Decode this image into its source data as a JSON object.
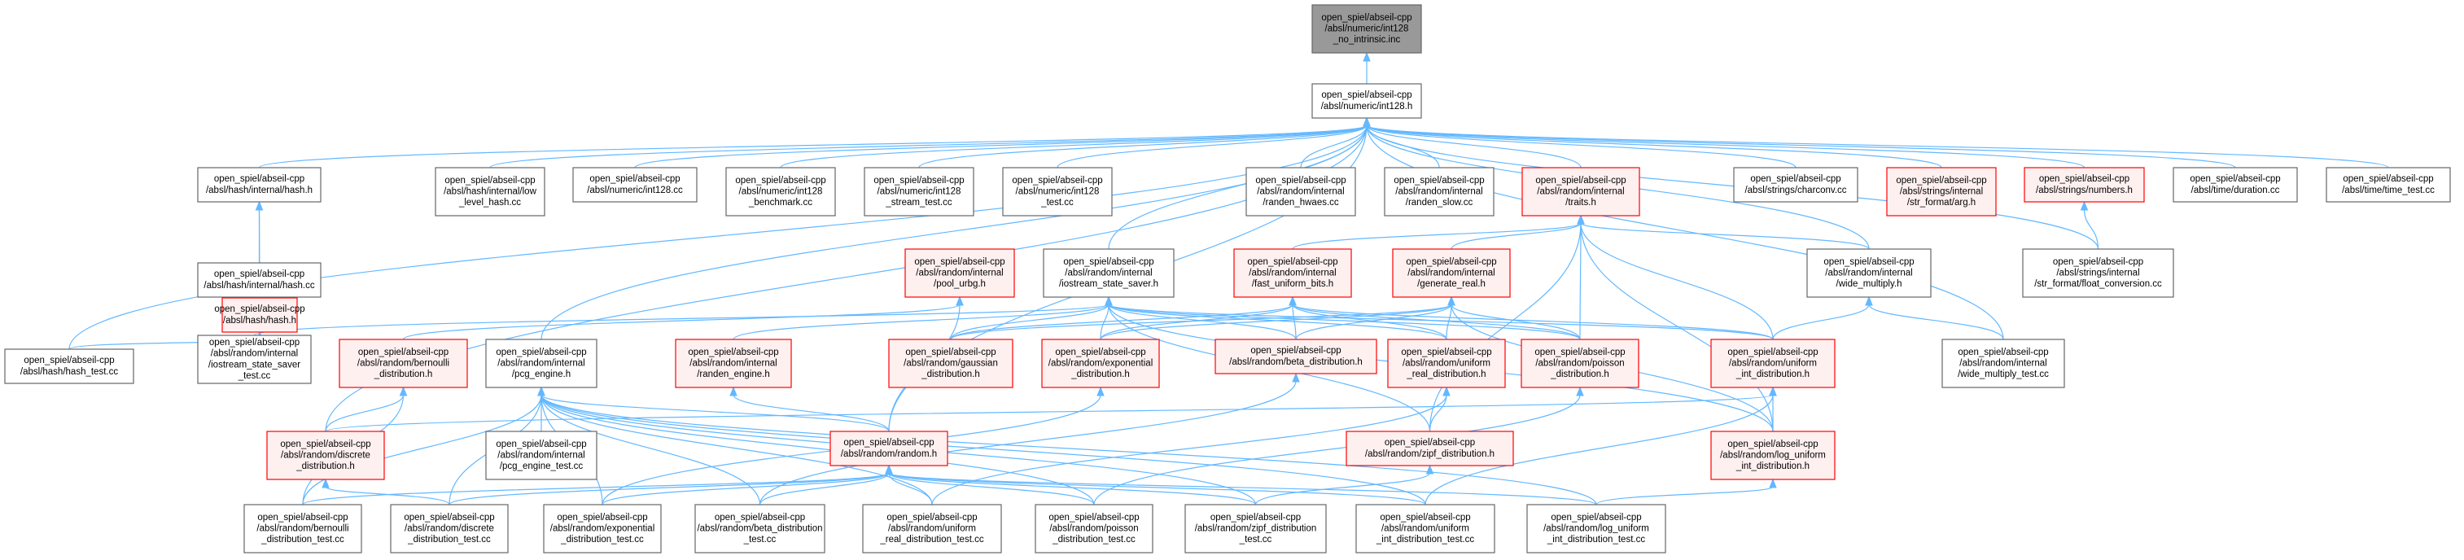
{
  "diagram": {
    "nodes": [
      {
        "id": "n0",
        "style": "root",
        "lines": [
          "open_spiel/abseil-cpp",
          "/absl/numeric/int128",
          "_no_intrinsic.inc"
        ]
      },
      {
        "id": "n1",
        "style": "normal",
        "lines": [
          "open_spiel/abseil-cpp",
          "/absl/numeric/int128.h"
        ]
      },
      {
        "id": "n2",
        "style": "normal",
        "lines": [
          "open_spiel/abseil-cpp",
          "/absl/hash/internal/hash.h"
        ]
      },
      {
        "id": "n3",
        "style": "normal",
        "lines": [
          "open_spiel/abseil-cpp",
          "/absl/hash/internal/low",
          "_level_hash.cc"
        ]
      },
      {
        "id": "n4",
        "style": "normal",
        "lines": [
          "open_spiel/abseil-cpp",
          "/absl/numeric/int128.cc"
        ]
      },
      {
        "id": "n5",
        "style": "normal",
        "lines": [
          "open_spiel/abseil-cpp",
          "/absl/numeric/int128",
          "_benchmark.cc"
        ]
      },
      {
        "id": "n6",
        "style": "normal",
        "lines": [
          "open_spiel/abseil-cpp",
          "/absl/numeric/int128",
          "_stream_test.cc"
        ]
      },
      {
        "id": "n7",
        "style": "normal",
        "lines": [
          "open_spiel/abseil-cpp",
          "/absl/numeric/int128",
          "_test.cc"
        ]
      },
      {
        "id": "n8",
        "style": "normal",
        "lines": [
          "open_spiel/abseil-cpp",
          "/absl/random/internal",
          "/randen_hwaes.cc"
        ]
      },
      {
        "id": "n9",
        "style": "normal",
        "lines": [
          "open_spiel/abseil-cpp",
          "/absl/random/internal",
          "/randen_slow.cc"
        ]
      },
      {
        "id": "n10",
        "style": "red",
        "lines": [
          "open_spiel/abseil-cpp",
          "/absl/random/internal",
          "/traits.h"
        ]
      },
      {
        "id": "n11",
        "style": "normal",
        "lines": [
          "open_spiel/abseil-cpp",
          "/absl/strings/charconv.cc"
        ]
      },
      {
        "id": "n12",
        "style": "red",
        "lines": [
          "open_spiel/abseil-cpp",
          "/absl/strings/internal",
          "/str_format/arg.h"
        ]
      },
      {
        "id": "n13",
        "style": "red",
        "lines": [
          "open_spiel/abseil-cpp",
          "/absl/strings/numbers.h"
        ]
      },
      {
        "id": "n14",
        "style": "normal",
        "lines": [
          "open_spiel/abseil-cpp",
          "/absl/time/duration.cc"
        ]
      },
      {
        "id": "n15",
        "style": "normal",
        "lines": [
          "open_spiel/abseil-cpp",
          "/absl/time/time_test.cc"
        ]
      },
      {
        "id": "n16",
        "style": "red",
        "lines": [
          "open_spiel/abseil-cpp",
          "/absl/hash/hash.h"
        ]
      },
      {
        "id": "n17",
        "style": "normal",
        "lines": [
          "open_spiel/abseil-cpp",
          "/absl/hash/internal/hash.cc"
        ]
      },
      {
        "id": "n18",
        "style": "normal",
        "lines": [
          "open_spiel/abseil-cpp",
          "/absl/hash/hash_test.cc"
        ]
      },
      {
        "id": "n19",
        "style": "red",
        "lines": [
          "open_spiel/abseil-cpp",
          "/absl/random/internal",
          "/pool_urbg.h"
        ]
      },
      {
        "id": "n20",
        "style": "normal",
        "lines": [
          "open_spiel/abseil-cpp",
          "/absl/random/internal",
          "/iostream_state_saver.h"
        ]
      },
      {
        "id": "n21",
        "style": "red",
        "lines": [
          "open_spiel/abseil-cpp",
          "/absl/random/internal",
          "/fast_uniform_bits.h"
        ]
      },
      {
        "id": "n22",
        "style": "red",
        "lines": [
          "open_spiel/abseil-cpp",
          "/absl/random/internal",
          "/generate_real.h"
        ]
      },
      {
        "id": "n23",
        "style": "normal",
        "lines": [
          "open_spiel/abseil-cpp",
          "/absl/random/internal",
          "/wide_multiply.h"
        ]
      },
      {
        "id": "n24",
        "style": "normal",
        "lines": [
          "open_spiel/abseil-cpp",
          "/absl/strings/internal",
          "/str_format/float_conversion.cc"
        ]
      },
      {
        "id": "n25",
        "style": "normal",
        "lines": [
          "open_spiel/abseil-cpp",
          "/absl/random/internal",
          "/iostream_state_saver",
          "_test.cc"
        ]
      },
      {
        "id": "n26",
        "style": "red",
        "lines": [
          "open_spiel/abseil-cpp",
          "/absl/random/bernoulli",
          "_distribution.h"
        ]
      },
      {
        "id": "n27",
        "style": "normal",
        "lines": [
          "open_spiel/abseil-cpp",
          "/absl/random/internal",
          "/pcg_engine.h"
        ]
      },
      {
        "id": "n28",
        "style": "red",
        "lines": [
          "open_spiel/abseil-cpp",
          "/absl/random/internal",
          "/randen_engine.h"
        ]
      },
      {
        "id": "n29",
        "style": "red",
        "lines": [
          "open_spiel/abseil-cpp",
          "/absl/random/gaussian",
          "_distribution.h"
        ]
      },
      {
        "id": "n30",
        "style": "red",
        "lines": [
          "open_spiel/abseil-cpp",
          "/absl/random/exponential",
          "_distribution.h"
        ]
      },
      {
        "id": "n31",
        "style": "red",
        "lines": [
          "open_spiel/abseil-cpp",
          "/absl/random/beta_distribution.h"
        ]
      },
      {
        "id": "n32",
        "style": "red",
        "lines": [
          "open_spiel/abseil-cpp",
          "/absl/random/uniform",
          "_real_distribution.h"
        ]
      },
      {
        "id": "n33",
        "style": "red",
        "lines": [
          "open_spiel/abseil-cpp",
          "/absl/random/poisson",
          "_distribution.h"
        ]
      },
      {
        "id": "n34",
        "style": "red",
        "lines": [
          "open_spiel/abseil-cpp",
          "/absl/random/uniform",
          "_int_distribution.h"
        ]
      },
      {
        "id": "n35",
        "style": "normal",
        "lines": [
          "open_spiel/abseil-cpp",
          "/absl/random/internal",
          "/wide_multiply_test.cc"
        ]
      },
      {
        "id": "n36",
        "style": "red",
        "lines": [
          "open_spiel/abseil-cpp",
          "/absl/random/discrete",
          "_distribution.h"
        ]
      },
      {
        "id": "n37",
        "style": "normal",
        "lines": [
          "open_spiel/abseil-cpp",
          "/absl/random/internal",
          "/pcg_engine_test.cc"
        ]
      },
      {
        "id": "n38",
        "style": "red",
        "lines": [
          "open_spiel/abseil-cpp",
          "/absl/random/random.h"
        ]
      },
      {
        "id": "n39",
        "style": "red",
        "lines": [
          "open_spiel/abseil-cpp",
          "/absl/random/zipf_distribution.h"
        ]
      },
      {
        "id": "n40",
        "style": "red",
        "lines": [
          "open_spiel/abseil-cpp",
          "/absl/random/log_uniform",
          "_int_distribution.h"
        ]
      },
      {
        "id": "n41",
        "style": "normal",
        "lines": [
          "open_spiel/abseil-cpp",
          "/absl/random/bernoulli",
          "_distribution_test.cc"
        ]
      },
      {
        "id": "n42",
        "style": "normal",
        "lines": [
          "open_spiel/abseil-cpp",
          "/absl/random/discrete",
          "_distribution_test.cc"
        ]
      },
      {
        "id": "n43",
        "style": "normal",
        "lines": [
          "open_spiel/abseil-cpp",
          "/absl/random/exponential",
          "_distribution_test.cc"
        ]
      },
      {
        "id": "n44",
        "style": "normal",
        "lines": [
          "open_spiel/abseil-cpp",
          "/absl/random/beta_distribution",
          "_test.cc"
        ]
      },
      {
        "id": "n45",
        "style": "normal",
        "lines": [
          "open_spiel/abseil-cpp",
          "/absl/random/uniform",
          "_real_distribution_test.cc"
        ]
      },
      {
        "id": "n46",
        "style": "normal",
        "lines": [
          "open_spiel/abseil-cpp",
          "/absl/random/poisson",
          "_distribution_test.cc"
        ]
      },
      {
        "id": "n47",
        "style": "normal",
        "lines": [
          "open_spiel/abseil-cpp",
          "/absl/random/zipf_distribution",
          "_test.cc"
        ]
      },
      {
        "id": "n48",
        "style": "normal",
        "lines": [
          "open_spiel/abseil-cpp",
          "/absl/random/uniform",
          "_int_distribution_test.cc"
        ]
      },
      {
        "id": "n49",
        "style": "normal",
        "lines": [
          "open_spiel/abseil-cpp",
          "/absl/random/log_uniform",
          "_int_distribution_test.cc"
        ]
      }
    ],
    "edges": [
      [
        "n1",
        "n0"
      ],
      [
        "n2",
        "n1"
      ],
      [
        "n3",
        "n1"
      ],
      [
        "n4",
        "n1"
      ],
      [
        "n5",
        "n1"
      ],
      [
        "n6",
        "n1"
      ],
      [
        "n7",
        "n1"
      ],
      [
        "n8",
        "n1"
      ],
      [
        "n9",
        "n1"
      ],
      [
        "n10",
        "n1"
      ],
      [
        "n11",
        "n1"
      ],
      [
        "n12",
        "n1"
      ],
      [
        "n13",
        "n1"
      ],
      [
        "n14",
        "n1"
      ],
      [
        "n15",
        "n1"
      ],
      [
        "n18",
        "n1"
      ],
      [
        "n20",
        "n1"
      ],
      [
        "n24",
        "n1"
      ],
      [
        "n23",
        "n1"
      ],
      [
        "n35",
        "n1"
      ],
      [
        "n27",
        "n1"
      ],
      [
        "n36",
        "n1"
      ],
      [
        "n38",
        "n1"
      ],
      [
        "n16",
        "n2"
      ],
      [
        "n17",
        "n2"
      ],
      [
        "n18",
        "n16"
      ],
      [
        "n24",
        "n13"
      ],
      [
        "n21",
        "n10"
      ],
      [
        "n22",
        "n10"
      ],
      [
        "n23",
        "n10"
      ],
      [
        "n33",
        "n10"
      ],
      [
        "n34",
        "n10"
      ],
      [
        "n39",
        "n10"
      ],
      [
        "n40",
        "n10"
      ],
      [
        "n26",
        "n19"
      ],
      [
        "n38",
        "n19"
      ],
      [
        "n25",
        "n20"
      ],
      [
        "n28",
        "n20"
      ],
      [
        "n29",
        "n20"
      ],
      [
        "n30",
        "n20"
      ],
      [
        "n31",
        "n20"
      ],
      [
        "n32",
        "n20"
      ],
      [
        "n33",
        "n20"
      ],
      [
        "n34",
        "n20"
      ],
      [
        "n39",
        "n20"
      ],
      [
        "n40",
        "n20"
      ],
      [
        "n29",
        "n21"
      ],
      [
        "n30",
        "n21"
      ],
      [
        "n31",
        "n21"
      ],
      [
        "n32",
        "n21"
      ],
      [
        "n33",
        "n21"
      ],
      [
        "n34",
        "n21"
      ],
      [
        "n29",
        "n22"
      ],
      [
        "n30",
        "n22"
      ],
      [
        "n31",
        "n22"
      ],
      [
        "n32",
        "n22"
      ],
      [
        "n33",
        "n22"
      ],
      [
        "n40",
        "n22"
      ],
      [
        "n34",
        "n23"
      ],
      [
        "n35",
        "n23"
      ],
      [
        "n36",
        "n26"
      ],
      [
        "n41",
        "n26"
      ],
      [
        "n37",
        "n27"
      ],
      [
        "n38",
        "n27"
      ],
      [
        "n41",
        "n27"
      ],
      [
        "n42",
        "n27"
      ],
      [
        "n43",
        "n27"
      ],
      [
        "n44",
        "n27"
      ],
      [
        "n45",
        "n27"
      ],
      [
        "n46",
        "n27"
      ],
      [
        "n47",
        "n27"
      ],
      [
        "n48",
        "n27"
      ],
      [
        "n49",
        "n27"
      ],
      [
        "n38",
        "n28"
      ],
      [
        "n43",
        "n30"
      ],
      [
        "n44",
        "n31"
      ],
      [
        "n39",
        "n32"
      ],
      [
        "n45",
        "n32"
      ],
      [
        "n46",
        "n33"
      ],
      [
        "n36",
        "n34"
      ],
      [
        "n40",
        "n34"
      ],
      [
        "n48",
        "n34"
      ],
      [
        "n42",
        "n36"
      ],
      [
        "n41",
        "n38"
      ],
      [
        "n42",
        "n38"
      ],
      [
        "n43",
        "n38"
      ],
      [
        "n44",
        "n38"
      ],
      [
        "n45",
        "n38"
      ],
      [
        "n46",
        "n38"
      ],
      [
        "n47",
        "n38"
      ],
      [
        "n48",
        "n38"
      ],
      [
        "n49",
        "n38"
      ],
      [
        "n47",
        "n39"
      ],
      [
        "n49",
        "n40"
      ]
    ]
  }
}
